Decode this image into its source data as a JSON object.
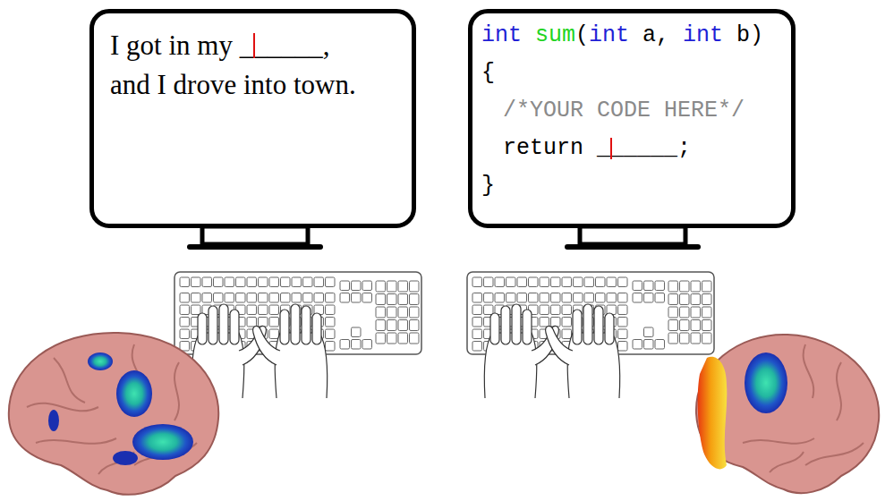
{
  "diagram": {
    "nodes": [
      {
        "text": [
          "I got in my ______, and I drove into town."
        ]
      },
      {
        "text": [
          "int sum(int a, int b)",
          "{",
          "/*YOUR CODE HERE*/",
          "return ______;",
          "}"
        ]
      }
    ]
  }
}
